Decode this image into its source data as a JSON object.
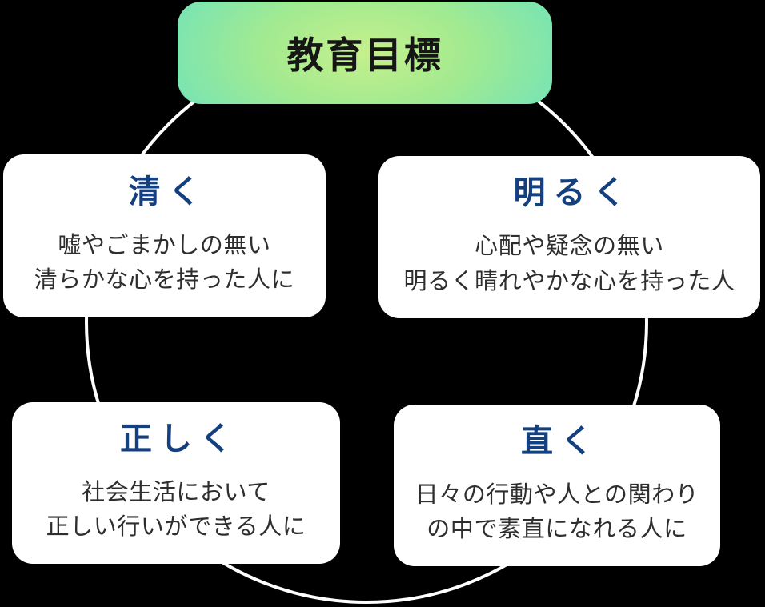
{
  "header": {
    "title": "教育目標"
  },
  "cards": [
    {
      "id": "kiyoku",
      "heading": "清く",
      "line1": "嘘やごまかしの無い",
      "line2": "清らかな心を持った人に"
    },
    {
      "id": "akaruku",
      "heading": "明るく",
      "line1": "心配や疑念の無い",
      "line2": "明るく晴れやかな心を持った人"
    },
    {
      "id": "tadashiku",
      "heading": "正しく",
      "line1": "社会生活において",
      "line2": "正しい行いができる人に"
    },
    {
      "id": "naoku",
      "heading": "直く",
      "line1": "日々の行動や人との関わり",
      "line2": "の中で素直になれる人に"
    }
  ],
  "colors": {
    "background": "#000000",
    "gradient_center": "#c6f08c",
    "gradient_mid": "#a3ea90",
    "gradient_edge": "#70e3ba",
    "title_color": "#161616",
    "heading_blue": "#14407f",
    "body_color": "#2e2e2e",
    "card_bg": "#ffffff",
    "circle_stroke": "#ffffff"
  }
}
